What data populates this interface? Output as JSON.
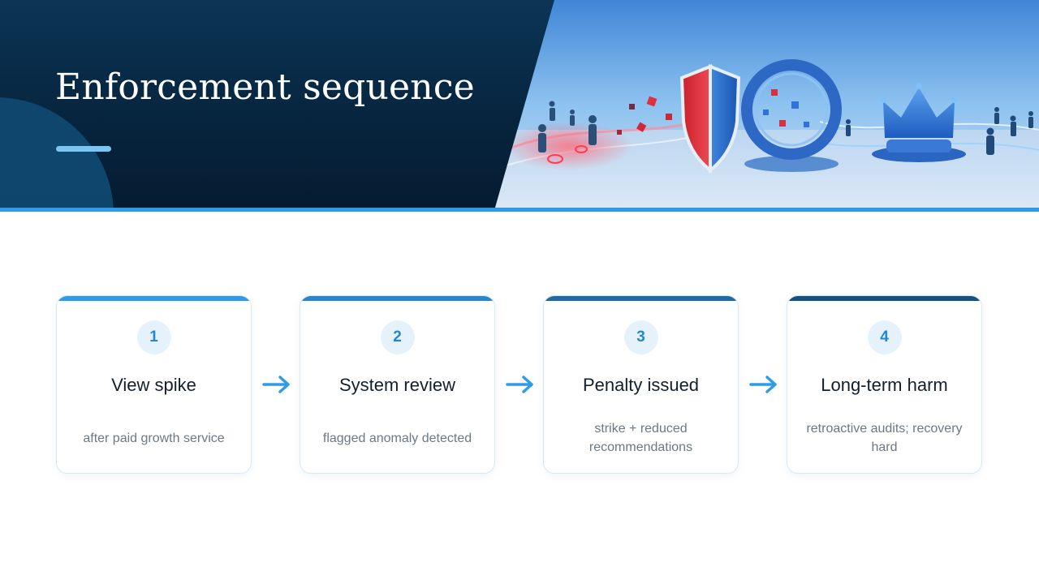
{
  "header": {
    "title": "Enforcement sequence"
  },
  "colors": {
    "header_dark": "#07253f",
    "accent_blue": "#2f9be6",
    "title_underline": "#7cc4f2",
    "card_bar_1": "#2f9be6",
    "card_bar_2": "#2a86cc",
    "card_bar_3": "#1f6aa6",
    "card_bar_4": "#145080"
  },
  "steps": [
    {
      "number": "1",
      "title": "View spike",
      "description": "after paid growth service"
    },
    {
      "number": "2",
      "title": "System review",
      "description": "flagged anomaly detected"
    },
    {
      "number": "3",
      "title": "Penalty issued",
      "description": "strike + reduced recommendations"
    },
    {
      "number": "4",
      "title": "Long-term harm",
      "description": "retroactive audits; recovery hard"
    }
  ],
  "icons": {
    "between_steps": "arrow-right-icon",
    "hero": "shield-portal-crown-illustration"
  }
}
